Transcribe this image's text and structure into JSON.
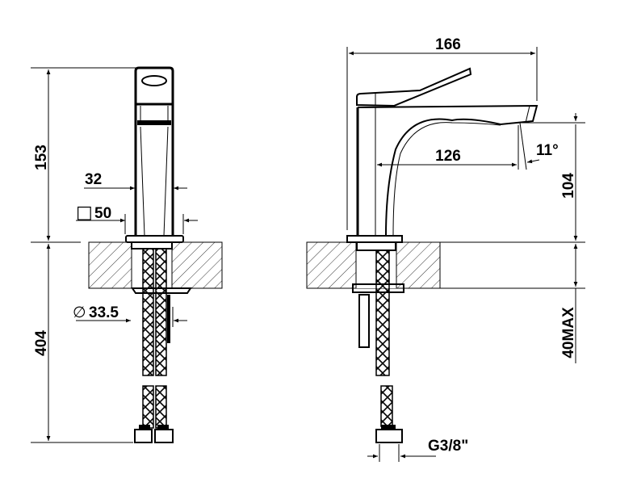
{
  "front_view": {
    "height_label": "153",
    "spout_width_label": "32",
    "base_square_symbol": "□",
    "base_size_label": "50",
    "hose_length_label": "404",
    "diameter_symbol": "∅",
    "hole_diameter_label": "33.5"
  },
  "side_view": {
    "overall_length_label": "166",
    "reach_label": "126",
    "angle_label": "11°",
    "spout_height_label": "104",
    "max_thickness_label": "40MAX",
    "connection_label": "G3/8\""
  }
}
